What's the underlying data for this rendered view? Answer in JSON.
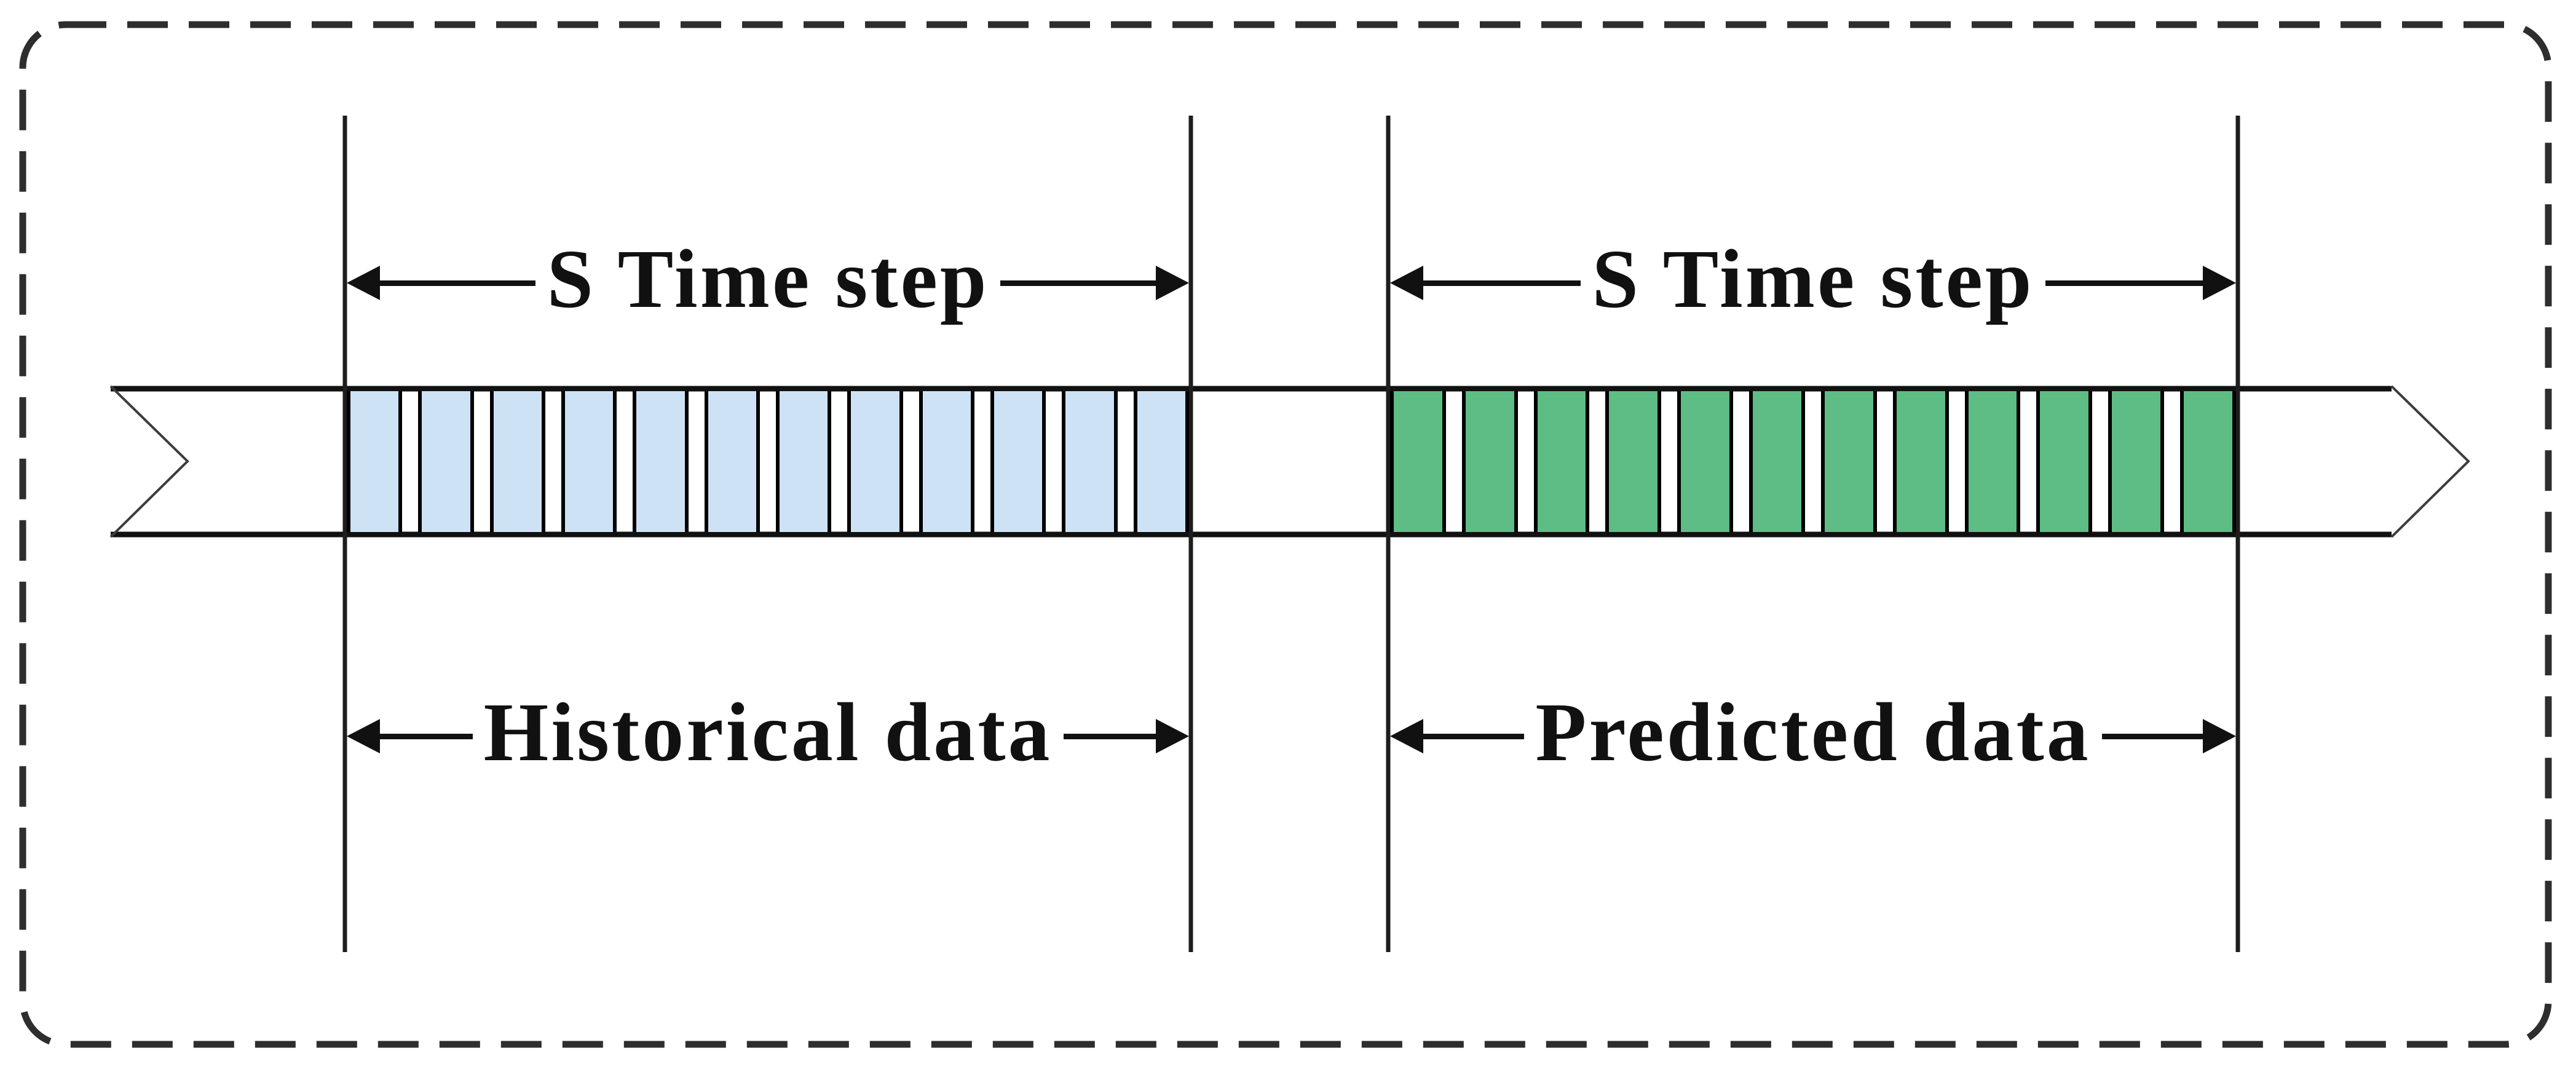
{
  "colors": {
    "historical_fill": "#cee2f5",
    "predicted_fill": "#5ebc85",
    "outline": "#111111",
    "frame": "#2e2e2e",
    "background": "#ffffff"
  },
  "timeline": {
    "historical": {
      "time_step_label": "S Time step",
      "segment_label": "Historical data",
      "time_step_cells": 12
    },
    "predicted": {
      "time_step_label": "S Time step",
      "segment_label": "Predicted data",
      "time_step_cells": 12
    }
  }
}
